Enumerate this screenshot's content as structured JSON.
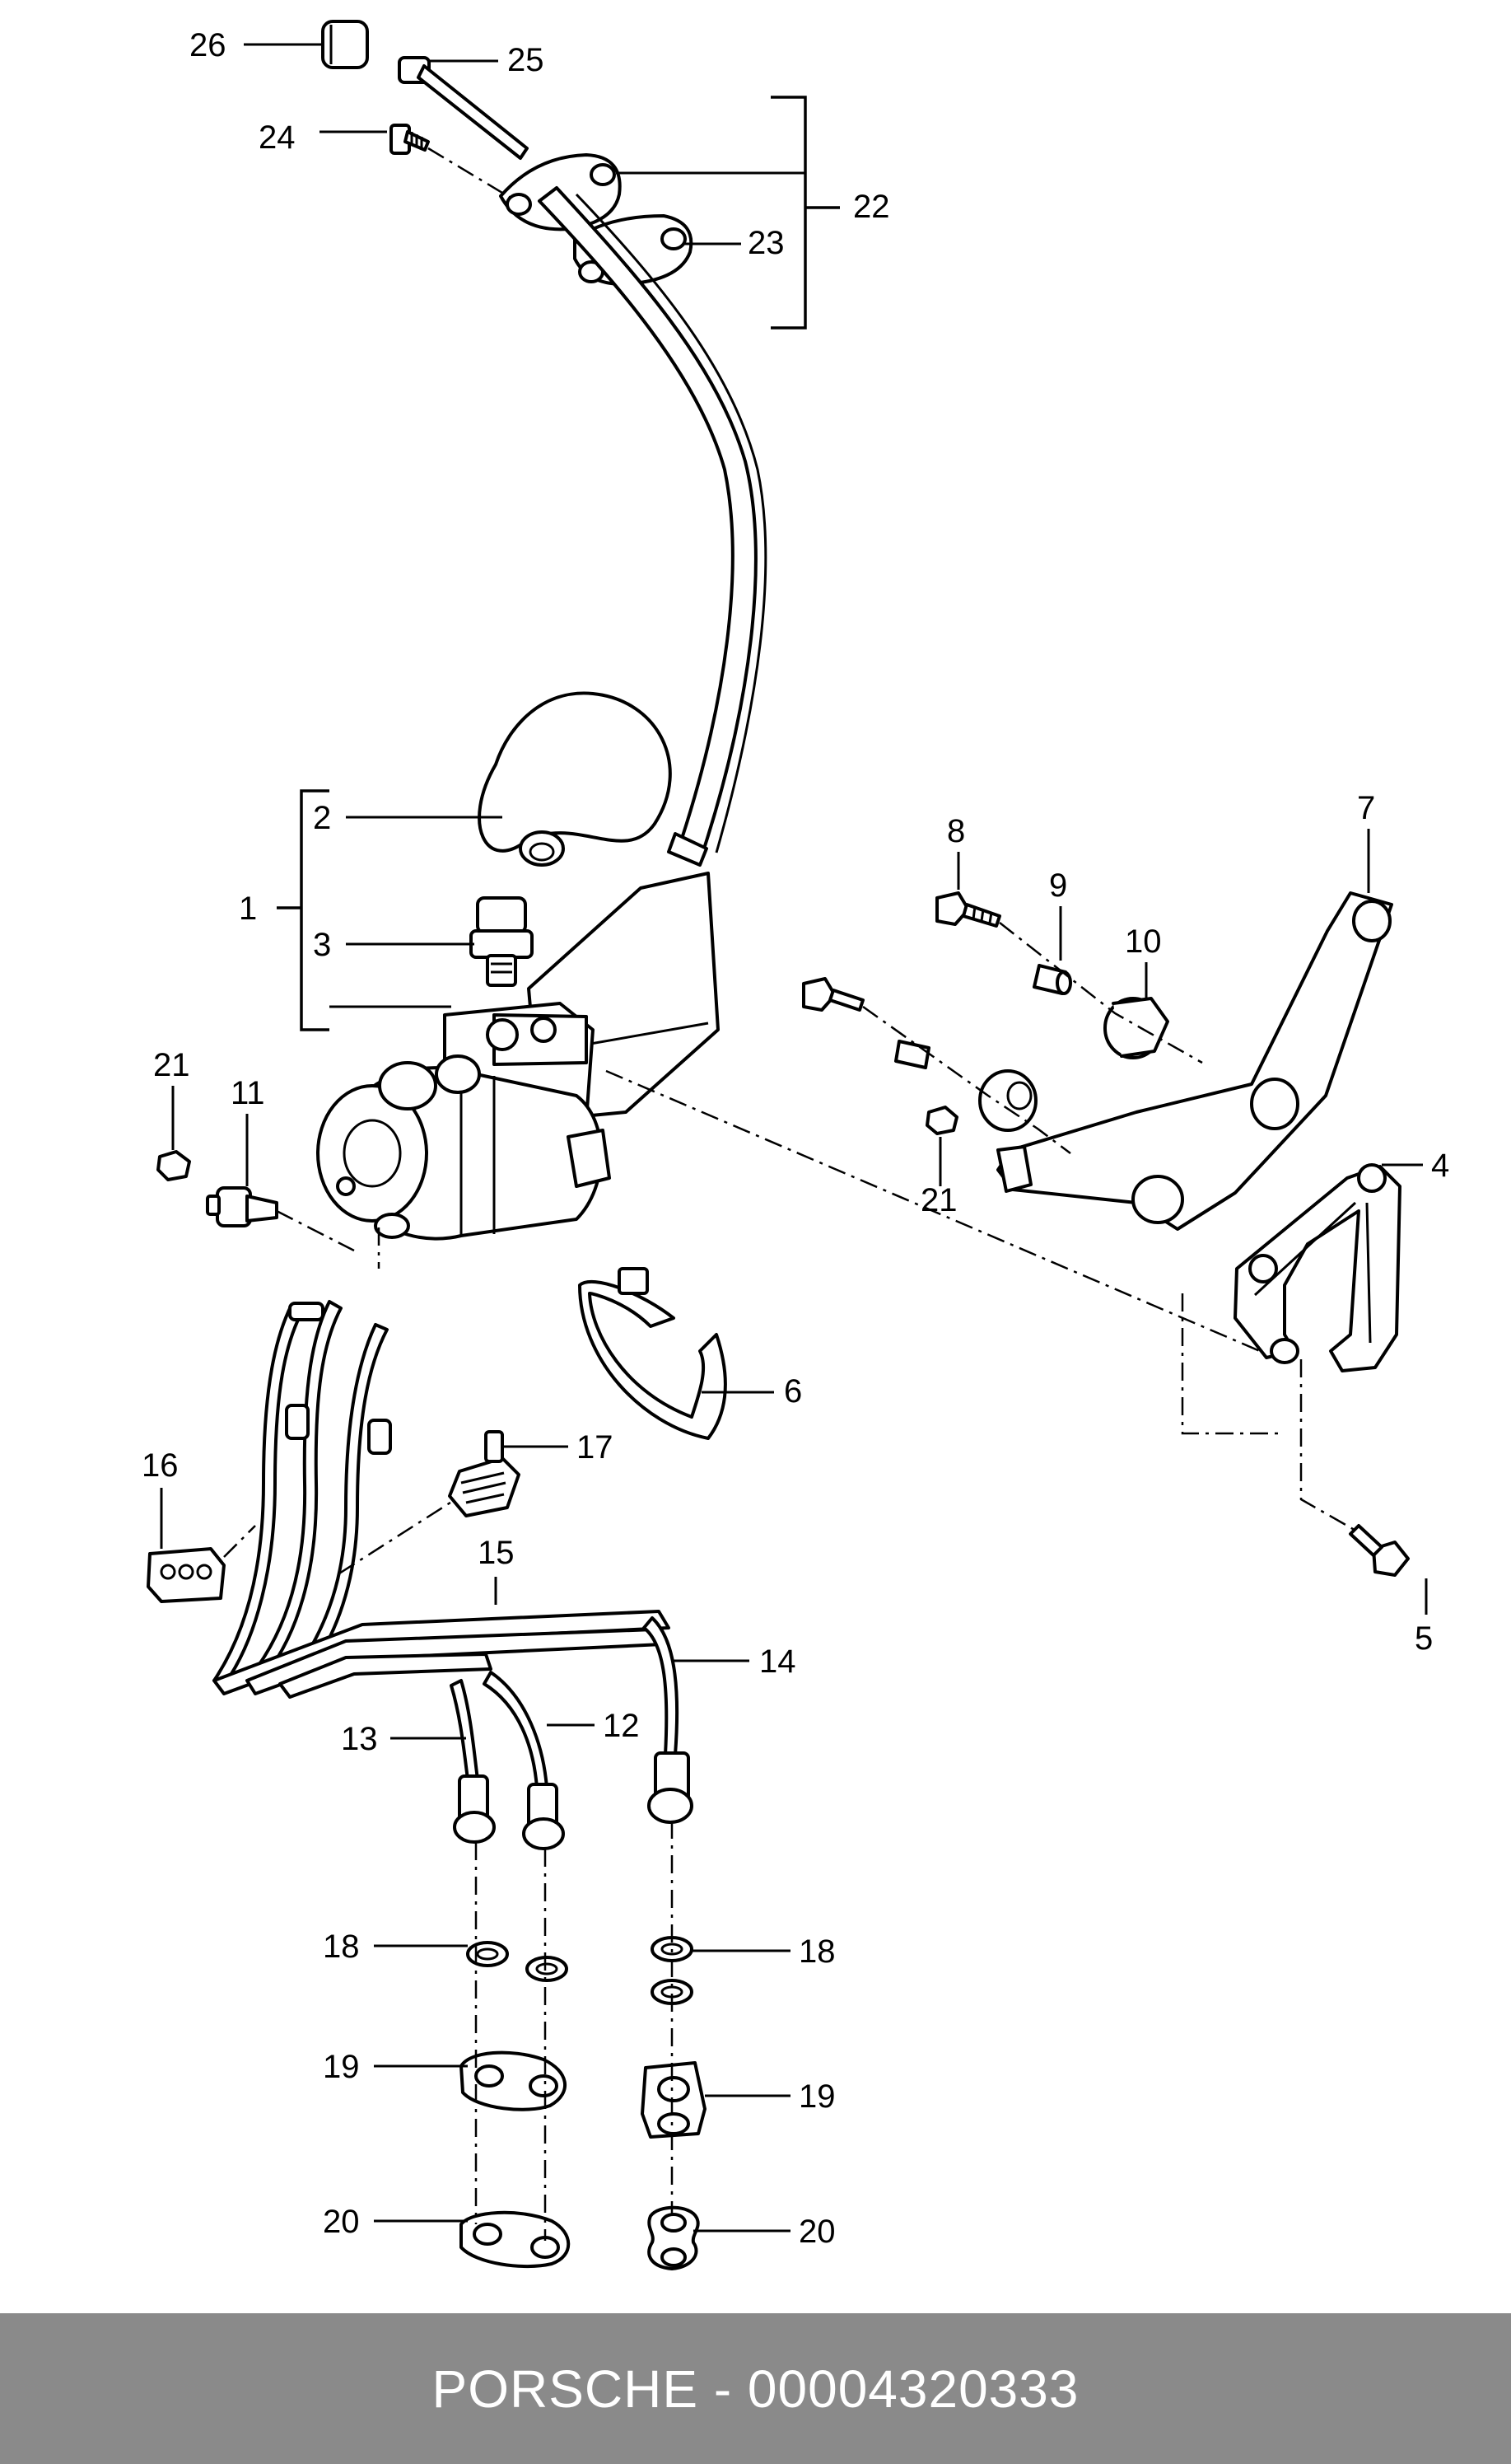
{
  "callouts": {
    "c1": "1",
    "c2": "2",
    "c3": "3",
    "c4": "4",
    "c5": "5",
    "c6": "6",
    "c7": "7",
    "c8": "8",
    "c9": "9",
    "c10": "10",
    "c11": "11",
    "c12": "12",
    "c13": "13",
    "c14": "14",
    "c15": "15",
    "c16": "16",
    "c17": "17",
    "c18a": "18",
    "c18b": "18",
    "c19a": "19",
    "c19b": "19",
    "c20a": "20",
    "c20b": "20",
    "c21a": "21",
    "c21b": "21",
    "c22": "22",
    "c23": "23",
    "c24": "24",
    "c25": "25",
    "c26": "26"
  },
  "footer": {
    "text": "PORSCHE - 00004320333"
  },
  "colors": {
    "line": "#000000",
    "background": "#ffffff",
    "footer_bar": "#8a8a8a",
    "footer_text": "#ffffff"
  }
}
